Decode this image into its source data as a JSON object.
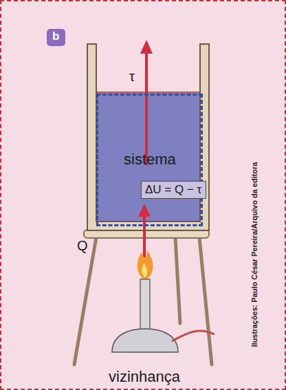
{
  "diagram": {
    "nodes": [
      {
        "text": [
          "vizinhança"
        ]
      },
      {
        "text": [
          "sistema"
        ],
        "in": 0
      },
      {
        "text": [
          "ΔU = Q − τ"
        ],
        "in": 1
      }
    ],
    "labels": [
      "b",
      "τ",
      "Q",
      "Ilustrações: Paulo César Pereira/Arquivo da editora"
    ]
  }
}
